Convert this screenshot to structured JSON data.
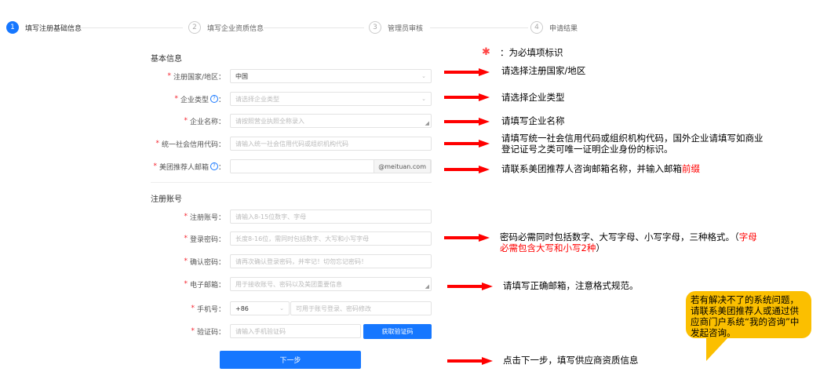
{
  "steps": [
    {
      "num": "1",
      "label": "填写注册基础信息",
      "active": true
    },
    {
      "num": "2",
      "label": "填写企业资质信息",
      "active": false
    },
    {
      "num": "3",
      "label": "管理员审核",
      "active": false
    },
    {
      "num": "4",
      "label": "申请结果",
      "active": false
    }
  ],
  "sections": {
    "basic": "基本信息",
    "account": "注册账号"
  },
  "form": {
    "country": {
      "label": "注册国家/地区：",
      "value": "中国"
    },
    "company_type": {
      "label": "企业类型",
      "colon": "：",
      "placeholder": "请选择企业类型"
    },
    "company_name": {
      "label": "企业名称：",
      "placeholder": "请按照营业执照全称录入"
    },
    "credit_code": {
      "label": "统一社会信用代码：",
      "placeholder": "请输入统一社会信用代码或组织机构代码"
    },
    "referrer_email": {
      "label": "美团推荐人邮箱",
      "colon": "：",
      "value": "",
      "suffix": "@meituan.com"
    },
    "account": {
      "label": "注册账号：",
      "placeholder": "请输入8-15位数字、字母"
    },
    "password": {
      "label": "登录密码：",
      "placeholder": "长度8-16位，需同时包括数字、大写和小写字母"
    },
    "confirm_password": {
      "label": "确认密码：",
      "placeholder": "请再次确认登录密码，并牢记！切勿忘记密码！"
    },
    "email": {
      "label": "电子邮箱：",
      "placeholder": "用于接收账号、密码以及美团重要信息"
    },
    "phone": {
      "label": "手机号：",
      "code": "+86",
      "placeholder": "可用于账号登录、密码修改"
    },
    "verify_code": {
      "label": "验证码：",
      "placeholder": "请输入手机验证码",
      "button": "获取验证码"
    },
    "next_button": "下一步",
    "required_mark": "*",
    "help_glyph": "?"
  },
  "annotations": {
    "legend": "：为必填项标识",
    "country": "请选择注册国家/地区",
    "company_type": "请选择企业类型",
    "company_name": "请填写企业名称",
    "credit_code_line1": "请填写统一社会信用代码或组织机构代码，国外企业请填写如商业",
    "credit_code_line2": "登记证号之类可唯一证明企业身份的标识。",
    "referrer_email_main": "请联系美团推荐人咨询邮箱名称，并输入邮箱",
    "referrer_email_red": "前缀",
    "password_line1_black": "密码必需同时包括数字、大写字母、小写字母，三种格式。（",
    "password_line1_red": "字母",
    "password_line2_red": "必需包含大写和小写2种",
    "password_line2_black": "）",
    "email": "请填写正确邮箱，注意格式规范。",
    "next": "点击下一步，填写供应商资质信息",
    "bubble": "若有解决不了的系统问题，请联系美团推荐人或通过供应商门户系统“我的咨询”中发起咨询。"
  },
  "colors": {
    "primary": "#1677ff",
    "required": "#f5222d",
    "arrow": "#ff0000",
    "bubble": "#fbbf00"
  }
}
